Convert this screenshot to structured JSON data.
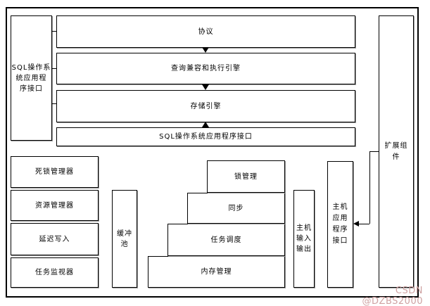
{
  "diagram": {
    "left_api_label": "SQL操作系\n统应用程\n序接口",
    "bars": [
      "协议",
      "查询兼容和执行引擎",
      "存储引擎",
      "SQL操作系统应用程序接口"
    ],
    "left_modules": [
      "死锁管理器",
      "资源管理器",
      "延迟写入",
      "任务监视器"
    ],
    "buffer_pool_label": "缓冲\n池",
    "pyramid": [
      "锁管理",
      "同步",
      "任务调度",
      "内存管理"
    ],
    "host_io_label": "主机\n输入\n输出",
    "host_api_label": "主机\n应用\n程序\n接口",
    "extension_label": "扩展组\n件",
    "line_color": "#000000",
    "box_shadow_color": "#9a9a9a",
    "background": "#ffffff"
  },
  "watermark": {
    "text": "CSDN @DZBS2000",
    "color": "#cfa2a2"
  }
}
